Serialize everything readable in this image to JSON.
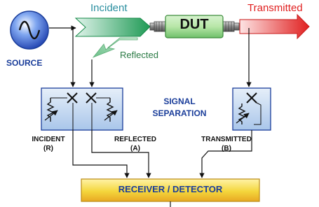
{
  "labels": {
    "source": "SOURCE",
    "incident_wave": "Incident",
    "reflected_wave": "Reflected",
    "transmitted_wave": "Transmitted",
    "dut": "DUT",
    "signal_separation_line1": "SIGNAL",
    "signal_separation_line2": "SEPARATION",
    "incident_port_line1": "INCIDENT",
    "incident_port_line2": "(R)",
    "reflected_port_line1": "REFLECTED",
    "reflected_port_line2": "(A)",
    "transmitted_port_line1": "TRANSMITTED",
    "transmitted_port_line2": "(B)",
    "receiver": "RECEIVER / DETECTOR"
  },
  "colors": {
    "source_blue": "#2f56c6",
    "label_navy": "#1a3d9a",
    "incident_teal": "#2b8fa0",
    "incident_arrow_green": "#1f9a55",
    "reflected_arrow_green": "#8fd0a0",
    "reflected_text_green": "#2a7a44",
    "dut_green": "#3aa344",
    "transmitted_red": "#e02020",
    "separation_box_blue": "#bcd3ee",
    "receiver_yellow": "#f2d63a",
    "receiver_orange": "#e9a423"
  }
}
